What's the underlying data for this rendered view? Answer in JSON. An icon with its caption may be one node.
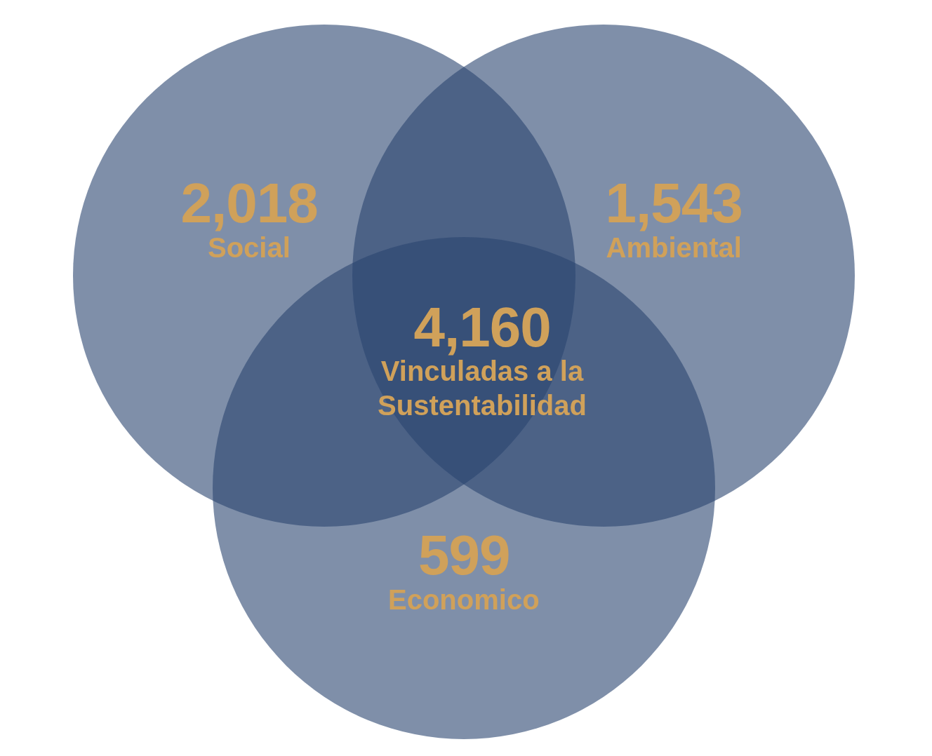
{
  "diagram": {
    "nodes": [
      {
        "text": [
          "2,018",
          "Social"
        ]
      },
      {
        "text": [
          "1,543",
          "Ambiental"
        ]
      },
      {
        "text": [
          "599",
          "Economico"
        ]
      }
    ],
    "edges": [],
    "labels": [
      "4,160",
      "Vinculadas a la Sustentabilidad"
    ]
  }
}
